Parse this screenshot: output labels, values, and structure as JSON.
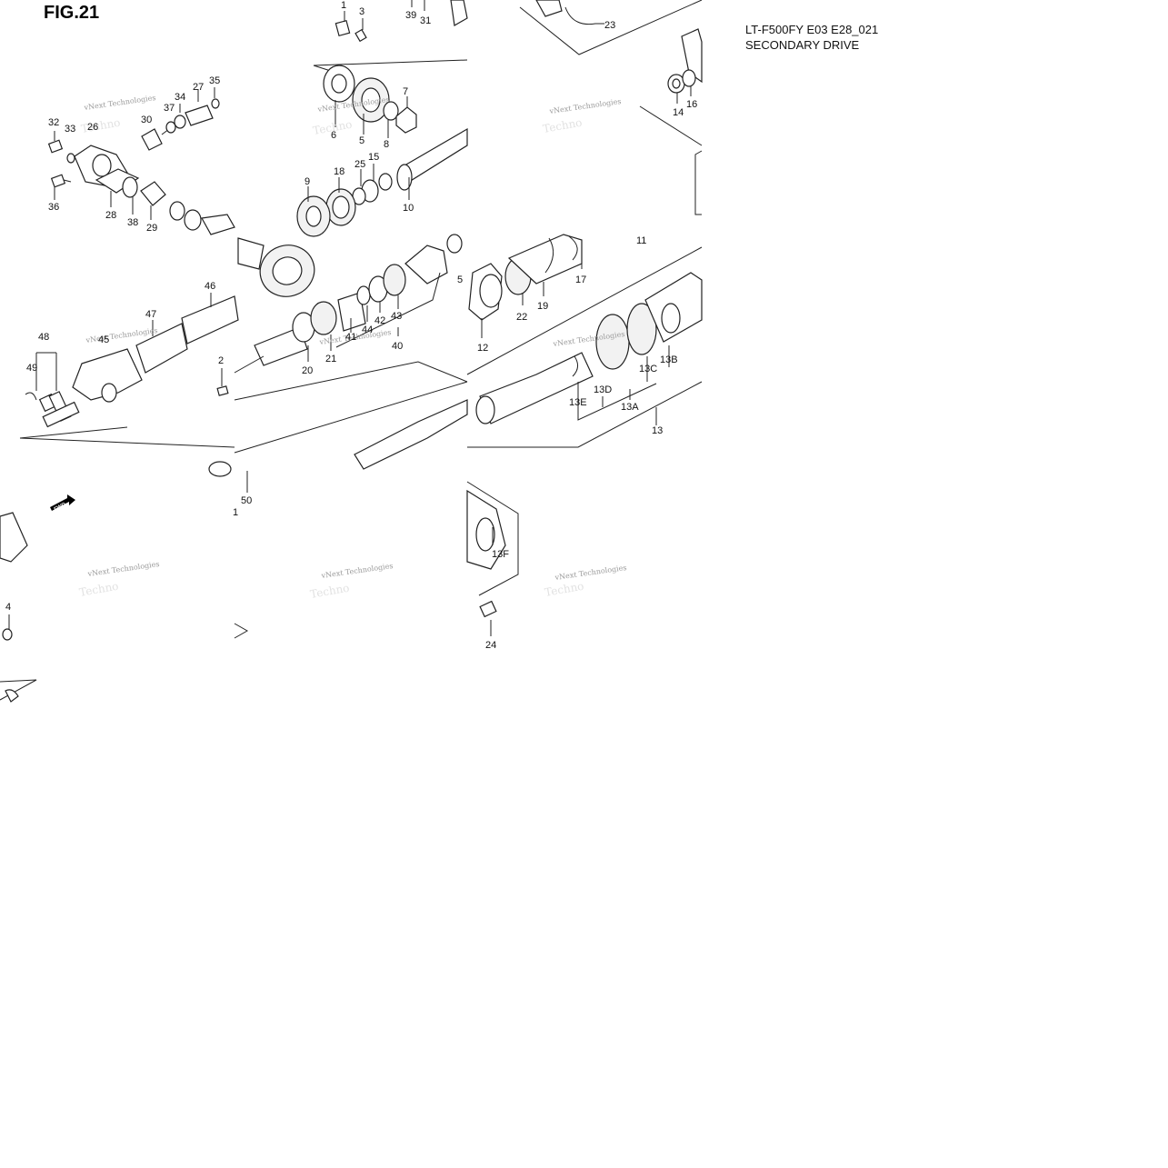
{
  "figure": {
    "title": "FIG.21",
    "model_code": "LT-F500FY E03 E28_021",
    "section_name": "SECONDARY DRIVE",
    "fwd_label": "FWD",
    "watermark_line1": "vNext Technologies",
    "watermark_line2": "Techno"
  },
  "part_labels": {
    "p1": "1",
    "p1b": "1",
    "p2": "2",
    "p3": "3",
    "p4": "4",
    "p5": "5",
    "p5b": "5",
    "p6": "6",
    "p7": "7",
    "p8": "8",
    "p9": "9",
    "p10": "10",
    "p11": "11",
    "p12": "12",
    "p13": "13",
    "p13a": "13A",
    "p13b": "13B",
    "p13c": "13C",
    "p13d": "13D",
    "p13e": "13E",
    "p13f": "13F",
    "p14": "14",
    "p15": "15",
    "p16": "16",
    "p17": "17",
    "p18": "18",
    "p19": "19",
    "p20": "20",
    "p21": "21",
    "p22": "22",
    "p23": "23",
    "p24": "24",
    "p25": "25",
    "p26": "26",
    "p27": "27",
    "p28": "28",
    "p29": "29",
    "p30": "30",
    "p31": "31",
    "p32": "32",
    "p33": "33",
    "p34": "34",
    "p35": "35",
    "p36": "36",
    "p37": "37",
    "p38": "38",
    "p39": "39",
    "p40": "40",
    "p41": "41",
    "p42": "42",
    "p43": "43",
    "p44": "44",
    "p45": "45",
    "p46": "46",
    "p47": "47",
    "p48": "48",
    "p49": "49",
    "p50": "50"
  }
}
